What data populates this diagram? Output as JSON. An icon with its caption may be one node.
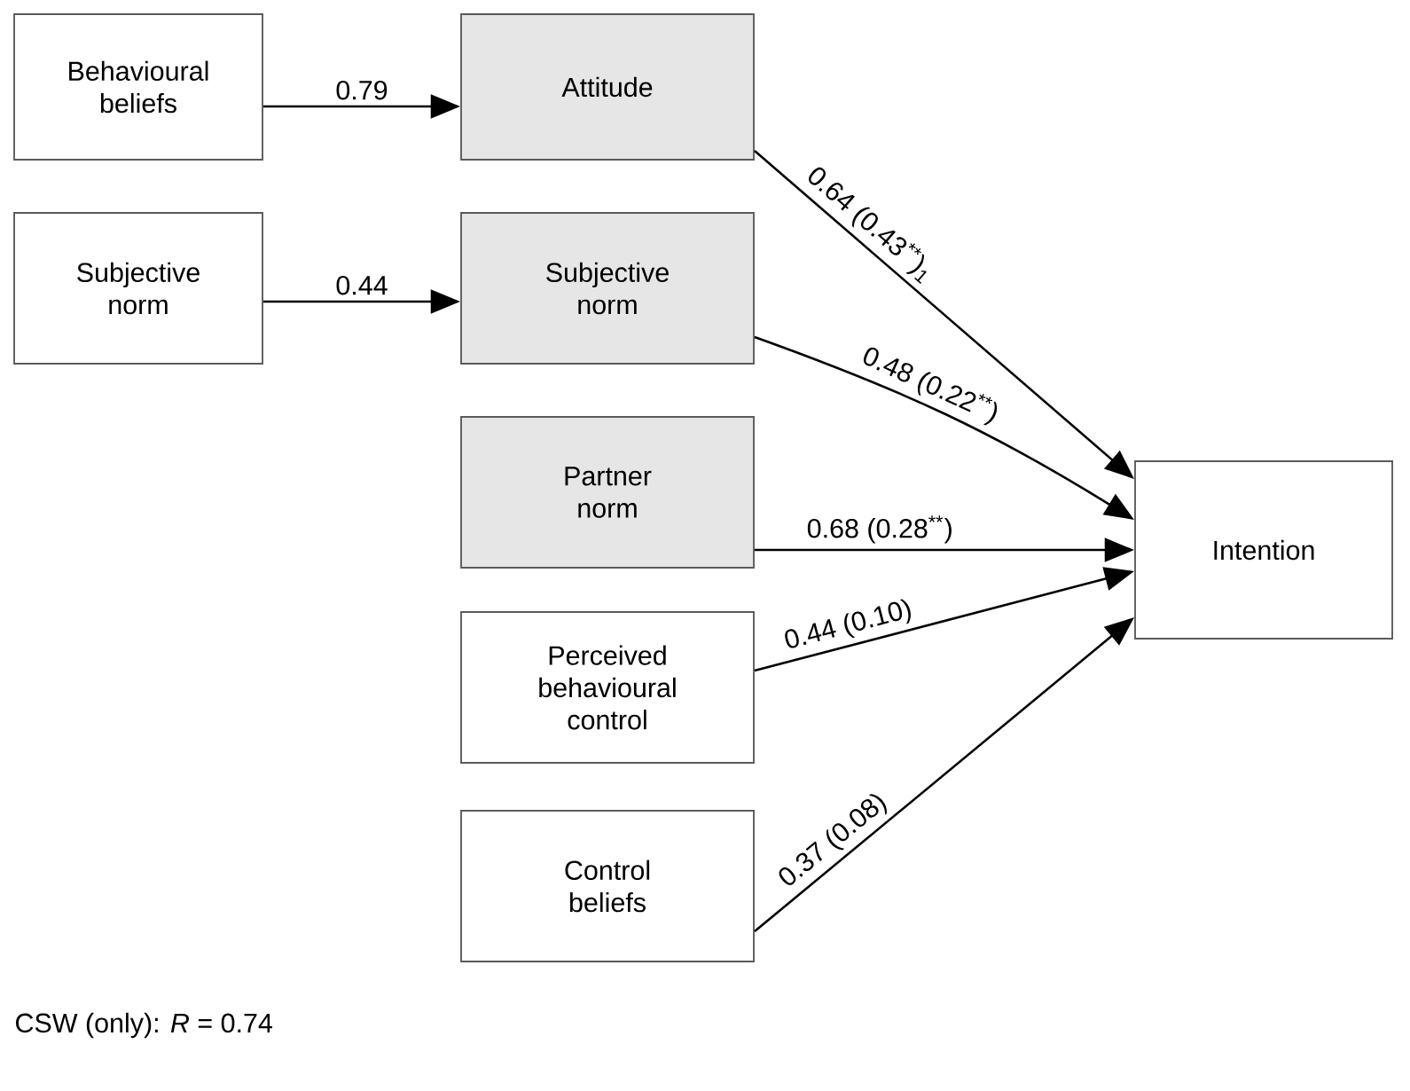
{
  "diagram": {
    "nodes": [
      {
        "text": [
          "Behavioural beliefs"
        ]
      },
      {
        "text": [
          "Attitude"
        ]
      },
      {
        "text": [
          "Subjective norm"
        ]
      },
      {
        "text": [
          "Subjective norm"
        ]
      },
      {
        "text": [
          "Partner norm"
        ]
      },
      {
        "text": [
          "Perceived behavioural control"
        ]
      },
      {
        "text": [
          "Control beliefs"
        ]
      },
      {
        "text": [
          "Intention"
        ]
      }
    ],
    "edges": [
      {
        "from": 0,
        "to": 1,
        "arrow": "to",
        "label": "0.79"
      },
      {
        "from": 2,
        "to": 3,
        "arrow": "to",
        "label": "0.44"
      },
      {
        "from": 1,
        "to": 7,
        "arrow": "to",
        "label": "0.64 (0.43$^{**}$)$_{1}$"
      },
      {
        "from": 3,
        "to": 7,
        "arrow": "to",
        "label": "0.48 (0.22$^{**}$)"
      },
      {
        "from": 4,
        "to": 7,
        "arrow": "to",
        "label": "0.68 (0.28$^{**}$)"
      },
      {
        "from": 5,
        "to": 7,
        "arrow": "to",
        "label": "0.44 (0.10)"
      },
      {
        "from": 6,
        "to": 7,
        "arrow": "to",
        "label": "0.37 (0.08)"
      }
    ],
    "labels": [
      "CSW (only): *R* = 0.74"
    ]
  }
}
